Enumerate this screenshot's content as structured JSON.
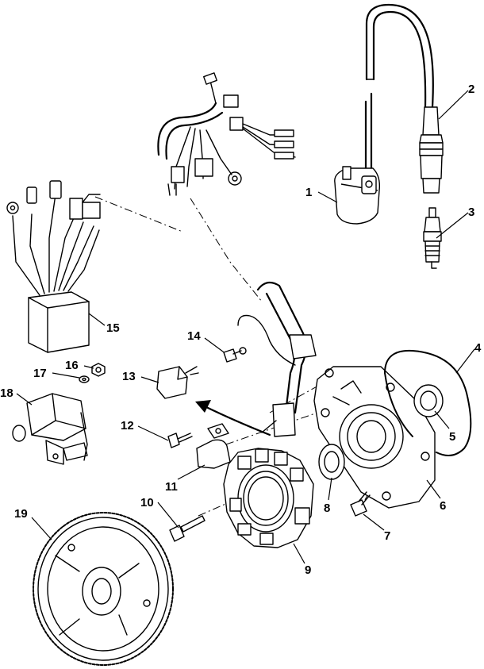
{
  "callouts": {
    "c1": "1",
    "c2": "2",
    "c3": "3",
    "c4": "4",
    "c5": "5",
    "c6": "6",
    "c7": "7",
    "c8": "8",
    "c9": "9",
    "c10": "10",
    "c11": "11",
    "c12": "12",
    "c13": "13",
    "c14": "14",
    "c15": "15",
    "c16": "16",
    "c17": "17",
    "c18": "18",
    "c19": "19"
  },
  "icons": [
    "ignition-coil-icon",
    "spark-plug-cap-icon",
    "spark-plug-icon",
    "o-ring-icon",
    "oil-seal-icon",
    "stator-plate-icon",
    "screw-icon",
    "stator-coil-icon",
    "clamp-icon",
    "pulse-sensor-icon",
    "cdi-unit-icon",
    "washer-icon",
    "nut-icon",
    "starter-relay-icon",
    "flywheel-icon",
    "wire-harness-icon"
  ]
}
